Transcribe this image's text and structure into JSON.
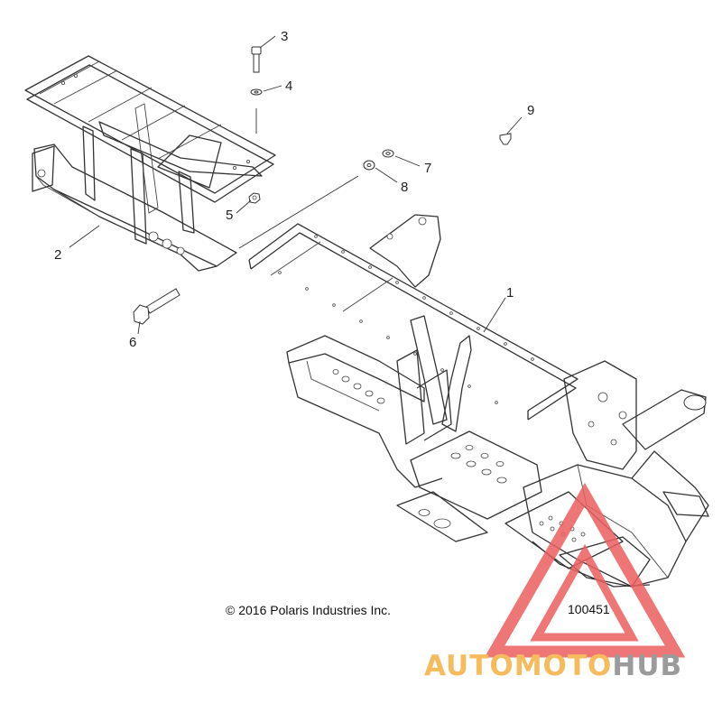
{
  "diagram": {
    "callouts": [
      {
        "id": "1",
        "label": "1"
      },
      {
        "id": "2",
        "label": "2"
      },
      {
        "id": "3",
        "label": "3"
      },
      {
        "id": "4",
        "label": "4"
      },
      {
        "id": "5",
        "label": "5"
      },
      {
        "id": "6",
        "label": "6"
      },
      {
        "id": "7",
        "label": "7"
      },
      {
        "id": "8",
        "label": "8"
      },
      {
        "id": "9",
        "label": "9"
      }
    ],
    "copyright": "© 2016 Polaris Industries Inc.",
    "figure_number": "100451"
  },
  "watermark": {
    "brand_part1": "AUTOMOTO",
    "brand_part2": "HUB",
    "colors": {
      "accent_orange": "#f5b041",
      "accent_red": "#ec5f5f",
      "accent_gray": "#8a8a8a"
    }
  }
}
